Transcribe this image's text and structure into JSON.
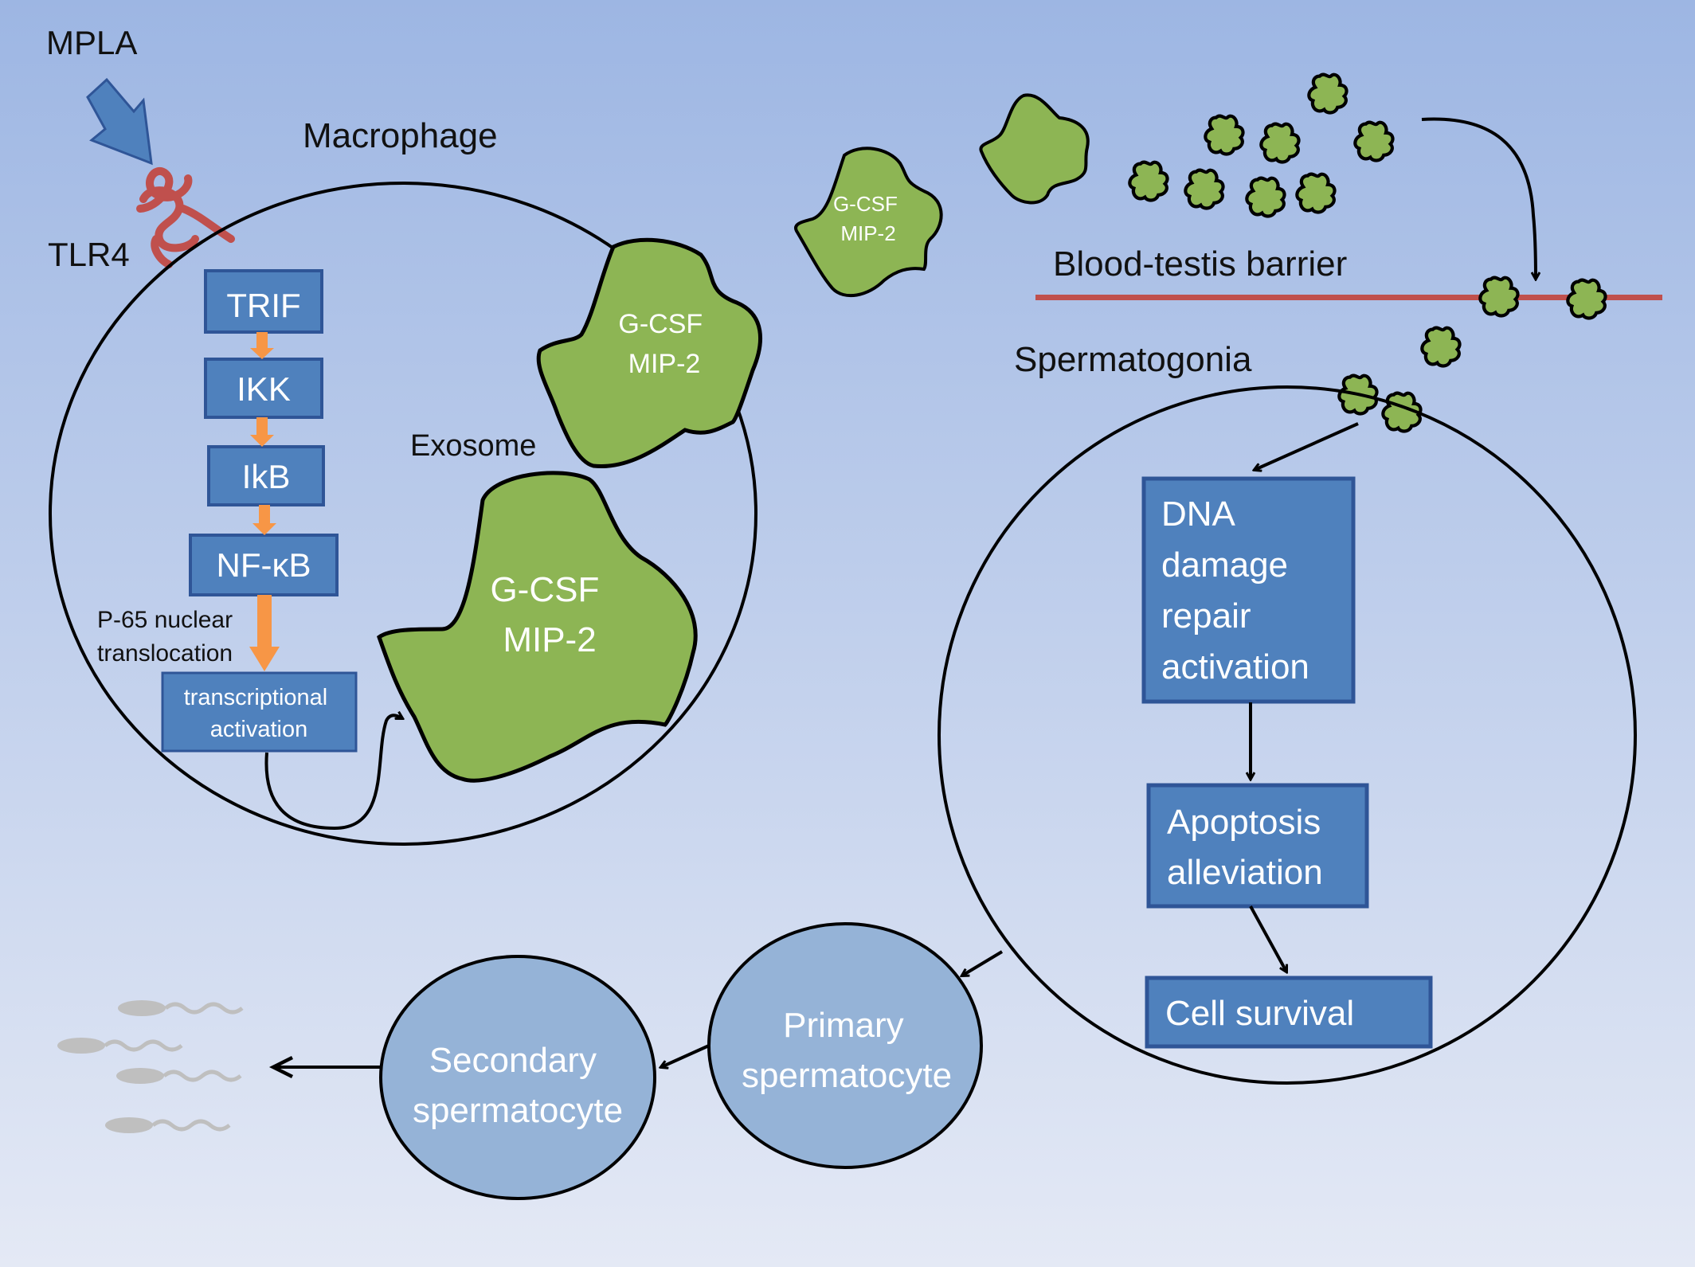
{
  "colors": {
    "background_top": "#9db6e3",
    "background_bottom": "#e4e9f5",
    "box_fill": "#4f81bd",
    "box_stroke": "#2f5597",
    "cell_fill": "#95b3d7",
    "exosome_fill": "#8db554",
    "arrow_orange": "#f79646",
    "receptor_red": "#c0504d",
    "barrier_red": "#c0504d",
    "arrow_blue": "#4f81bd",
    "sperm_gray": "#bfbfbf"
  },
  "labels": {
    "mpla": "MPLA",
    "tlr4": "TLR4",
    "macrophage": "Macrophage",
    "exosome": "Exosome",
    "p65": [
      "P-65 nuclear",
      "translocation"
    ],
    "blood_testis_barrier": "Blood-testis barrier",
    "spermatogonia": "Spermatogonia"
  },
  "pathway": [
    {
      "id": "trif",
      "label": "TRIF"
    },
    {
      "id": "ikk",
      "label": "IKK"
    },
    {
      "id": "ikb",
      "label": "IkB"
    },
    {
      "id": "nfkb",
      "label": "NF-κB"
    }
  ],
  "transcription_box": [
    "transcriptional",
    "activation"
  ],
  "exosomes": {
    "large": [
      "G-CSF",
      "MIP-2"
    ],
    "medium": [
      "G-CSF",
      "MIP-2"
    ],
    "small": [
      "G-CSF",
      "MIP-2"
    ]
  },
  "spermatogonia_boxes": {
    "dna_repair": [
      "DNA",
      "damage",
      "repair",
      "activation"
    ],
    "apoptosis": [
      "Apoptosis",
      "alleviation"
    ],
    "survival": "Cell survival"
  },
  "cells": {
    "primary": [
      "Primary",
      "spermatocyte"
    ],
    "secondary": [
      "Secondary",
      "spermatocyte"
    ]
  },
  "icons": [
    "mpla-arrow-icon",
    "tlr4-receptor-icon",
    "exosome-icon",
    "sperm-icon"
  ]
}
